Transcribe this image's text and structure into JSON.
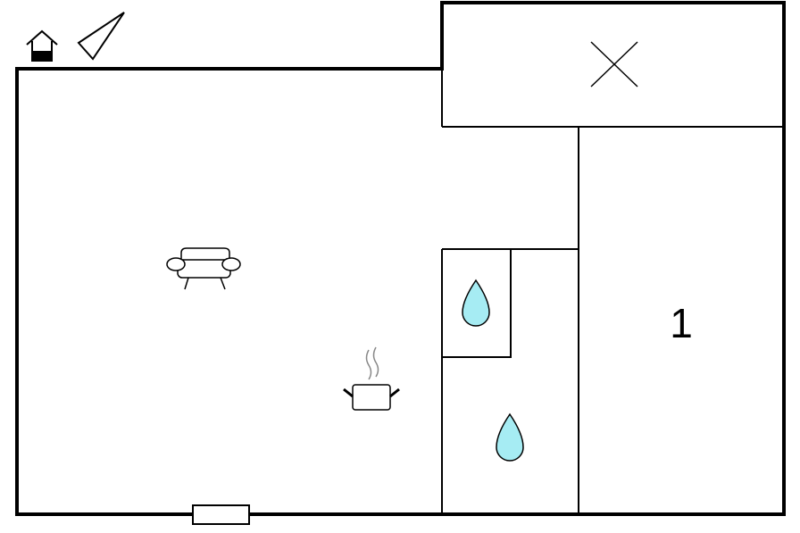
{
  "floorplan": {
    "rooms": [
      {
        "id": "living-kitchen",
        "icons": [
          "sofa-icon",
          "cooking-pot-icon"
        ]
      },
      {
        "id": "balcony",
        "icons": [
          "cross-icon"
        ]
      },
      {
        "id": "bathroom-upper",
        "icons": [
          "water-drop-icon"
        ]
      },
      {
        "id": "bathroom-lower",
        "icons": [
          "water-drop-icon"
        ]
      },
      {
        "id": "bedroom",
        "label": "1"
      }
    ],
    "entrance": {
      "icons": [
        "entrance-house-icon"
      ]
    },
    "orientation": {
      "icons": [
        "compass-triangle-icon"
      ]
    },
    "colors": {
      "wall": "#000000",
      "water": "#a6ecf3",
      "steam": "#888888",
      "background": "#ffffff"
    }
  }
}
